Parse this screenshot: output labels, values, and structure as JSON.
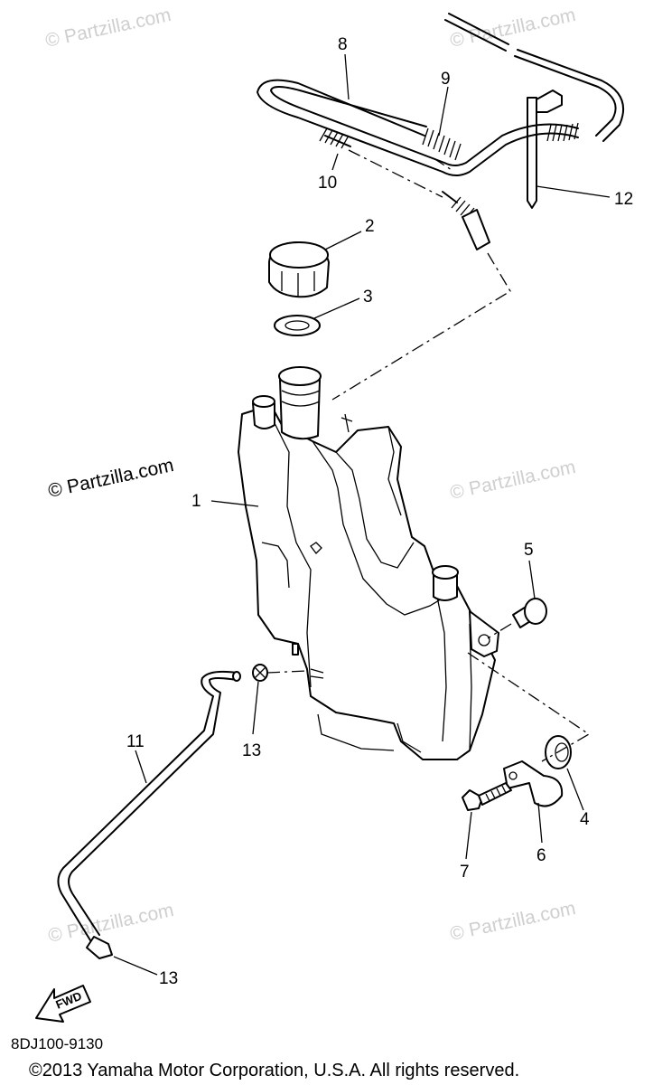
{
  "watermark": "© Partzilla.com",
  "drawing_code": "8DJ100-9130",
  "copyright": "©2013 Yamaha Motor Corporation, U.S.A. All rights reserved.",
  "fwd_label": "FWD",
  "callouts": {
    "c1": "1",
    "c2": "2",
    "c3": "3",
    "c4": "4",
    "c5": "5",
    "c6": "6",
    "c7": "7",
    "c8": "8",
    "c9": "9",
    "c10": "10",
    "c11": "11",
    "c12": "12",
    "c13a": "13",
    "c13b": "13"
  }
}
